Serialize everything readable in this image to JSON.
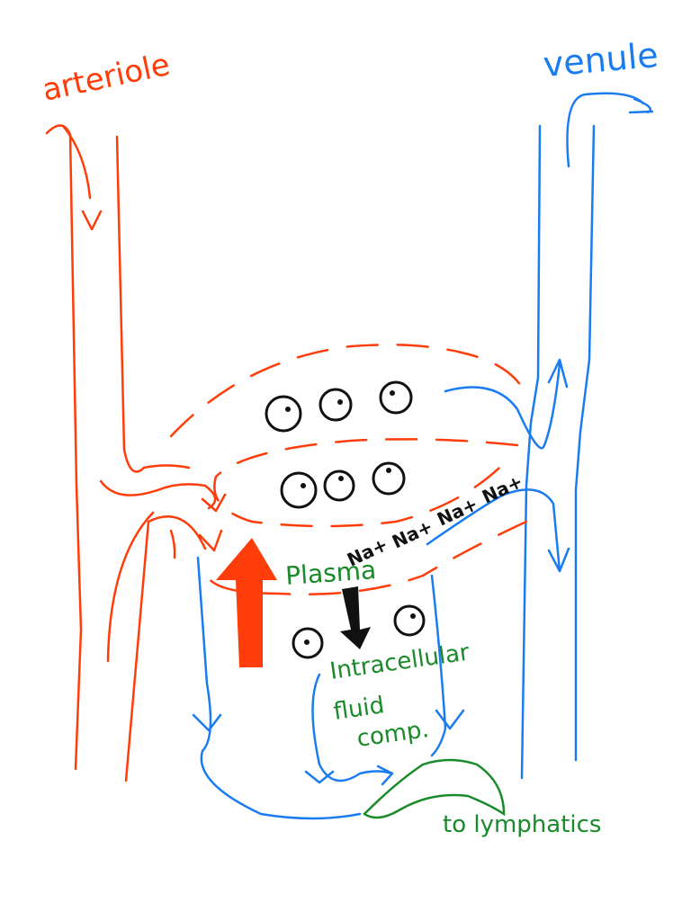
{
  "labels": {
    "arteriole": "arteriole",
    "venule": "venule",
    "plasma": "Plasma",
    "sodium": [
      "Na+",
      "Na+",
      "Na+",
      "Na+"
    ],
    "intracellular": [
      "Intracellular",
      "fluid",
      "comp."
    ],
    "lymphatics": "to lymphatics"
  },
  "colors": {
    "arterial": "#ff3d0a",
    "venous": "#1a7cf0",
    "lymph": "#1a8a2a",
    "cells": "#111111"
  }
}
